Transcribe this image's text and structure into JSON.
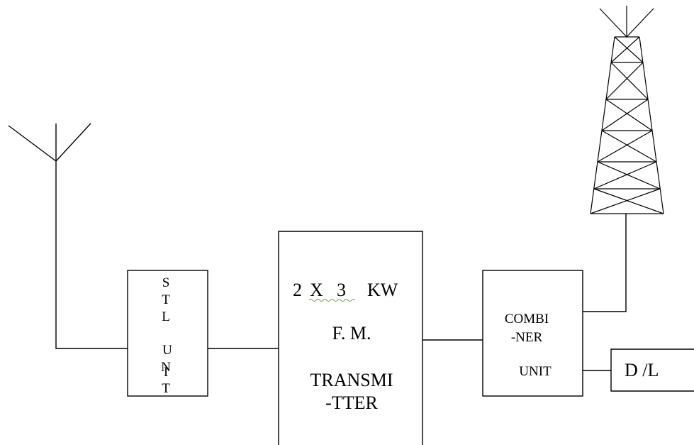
{
  "stl_unit": {
    "letters": [
      "S",
      "T",
      "L",
      "U",
      "N",
      "I",
      "T"
    ]
  },
  "transmitter": {
    "line1_a": "2",
    "line1_b": "X",
    "line1_c": "3",
    "line1_d": "KW",
    "line2": "F. M.",
    "line3": "TRANSMI",
    "line4": "-TTER"
  },
  "combiner": {
    "line1": "COMBI",
    "line2": "-NER",
    "line3": "UNIT"
  },
  "dummy_load": {
    "label": "D /L"
  },
  "colors": {
    "lines": "#000000",
    "background": "#ffffff",
    "spellcheck_underline": "#6aa84f"
  }
}
